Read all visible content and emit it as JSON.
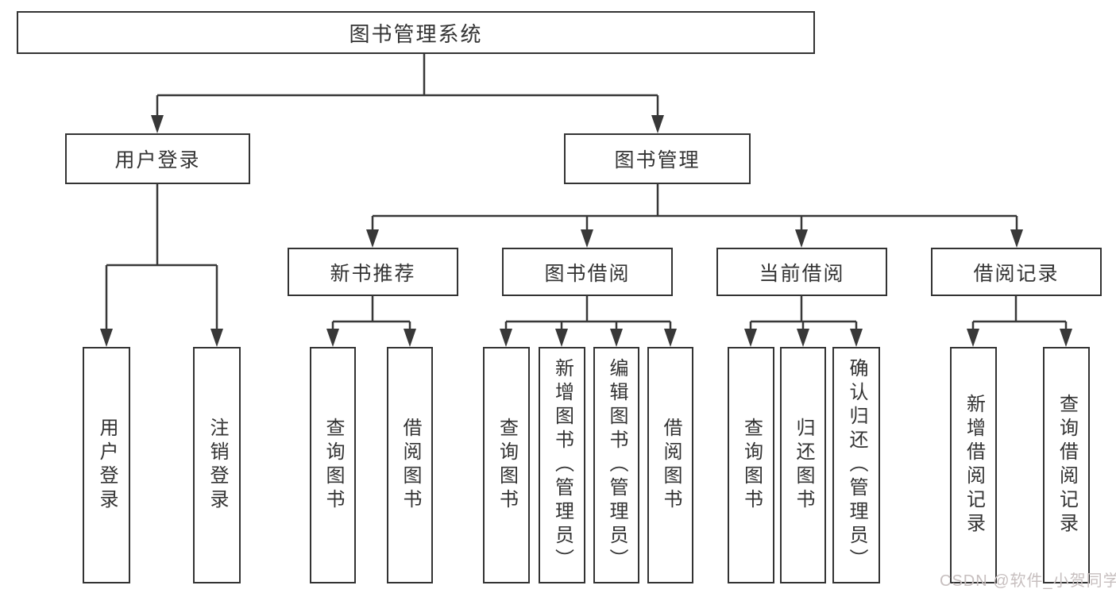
{
  "diagram": {
    "nodes": {
      "root": "图书管理系统",
      "user_login": "用户登录",
      "book_mgmt": "图书管理",
      "new_book_rec": "新书推荐",
      "book_borrow": "图书借阅",
      "current_borrow": "当前借阅",
      "borrow_records": "借阅记录",
      "leaf_user_login": "用户登录",
      "leaf_logout": "注销登录",
      "leaf_query_books_1": "查询图书",
      "leaf_borrow_books_1": "借阅图书",
      "leaf_query_books_2": "查询图书",
      "leaf_add_book_admin": "新增图书（管理员）",
      "leaf_edit_book_admin": "编辑图书（管理员）",
      "leaf_borrow_books_2": "借阅图书",
      "leaf_query_books_3": "查询图书",
      "leaf_return_book": "归还图书",
      "leaf_confirm_return_admin": "确认归还（管理员）",
      "leaf_add_borrow_record": "新增借阅记录",
      "leaf_query_borrow_record": "查询借阅记录"
    },
    "edges": [
      [
        "root",
        "user_login"
      ],
      [
        "root",
        "book_mgmt"
      ],
      [
        "user_login",
        "leaf_user_login"
      ],
      [
        "user_login",
        "leaf_logout"
      ],
      [
        "book_mgmt",
        "new_book_rec"
      ],
      [
        "book_mgmt",
        "book_borrow"
      ],
      [
        "book_mgmt",
        "current_borrow"
      ],
      [
        "book_mgmt",
        "borrow_records"
      ],
      [
        "new_book_rec",
        "leaf_query_books_1"
      ],
      [
        "new_book_rec",
        "leaf_borrow_books_1"
      ],
      [
        "book_borrow",
        "leaf_query_books_2"
      ],
      [
        "book_borrow",
        "leaf_add_book_admin"
      ],
      [
        "book_borrow",
        "leaf_edit_book_admin"
      ],
      [
        "book_borrow",
        "leaf_borrow_books_2"
      ],
      [
        "current_borrow",
        "leaf_query_books_3"
      ],
      [
        "current_borrow",
        "leaf_return_book"
      ],
      [
        "current_borrow",
        "leaf_confirm_return_admin"
      ],
      [
        "borrow_records",
        "leaf_add_borrow_record"
      ],
      [
        "borrow_records",
        "leaf_query_borrow_record"
      ]
    ],
    "colors": {
      "box_border": "#333333",
      "line": "#383838",
      "text": "#333333",
      "background": "#ffffff"
    }
  },
  "watermark": {
    "text": "CSDN @软件_小贺同学",
    "color": "#c7bfbf"
  }
}
